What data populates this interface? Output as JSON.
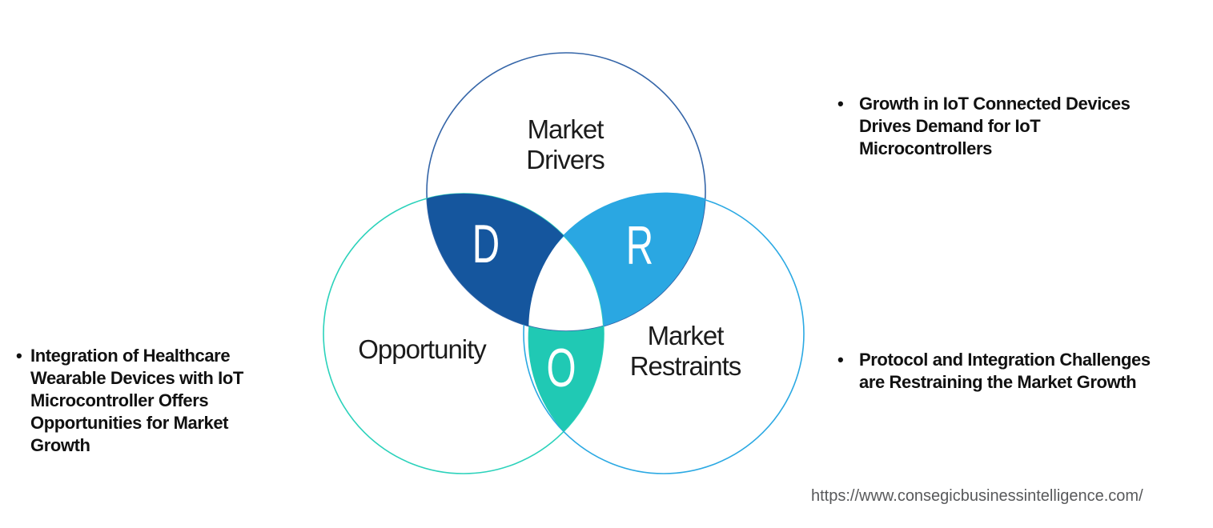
{
  "venn": {
    "labels": {
      "drivers": [
        "Market",
        "Drivers"
      ],
      "opportunity": [
        "Opportunity"
      ],
      "restraints": [
        "Market",
        "Restraints"
      ]
    },
    "letters": {
      "d": "D",
      "r": "R",
      "o": "O"
    },
    "colors": {
      "d_fill": "#15569E",
      "r_fill": "#2AA7E2",
      "o_fill": "#20C9B4",
      "drivers_outline": "#3465A8",
      "opportunity_outline": "#2BD2BB",
      "restraints_outline": "#2BA9E3",
      "letter_text": "#FFFFFF",
      "label_text": "#1B1B1B",
      "bullet_text": "#111111",
      "url_text": "#58595B"
    }
  },
  "bullets": {
    "left": {
      "marker": "•",
      "lines": [
        "Integration of Healthcare",
        "Wearable Devices with IoT",
        "Microcontroller Offers",
        "Opportunities for Market",
        "Growth"
      ]
    },
    "right_top": {
      "marker": "•",
      "lines": [
        "Growth in IoT Connected Devices",
        "Drives Demand for IoT",
        "Microcontrollers"
      ]
    },
    "right_bottom": {
      "marker": "•",
      "lines": [
        "Protocol and Integration Challenges",
        "are Restraining the Market Growth"
      ]
    }
  },
  "footer": {
    "url": "https://www.consegicbusinessintelligence.com/"
  }
}
